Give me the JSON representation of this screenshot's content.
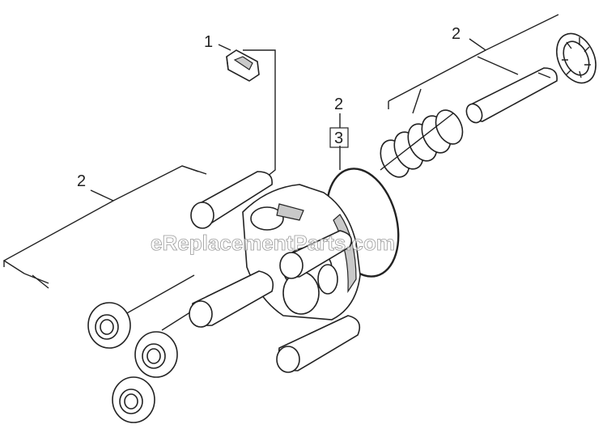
{
  "callouts": {
    "retainer_label": "1",
    "pistons_upper_label": "2",
    "oring_label": "2",
    "oring_kit_label": "3",
    "pistons_left_label": "2"
  },
  "watermark": "eReplacementParts.com"
}
